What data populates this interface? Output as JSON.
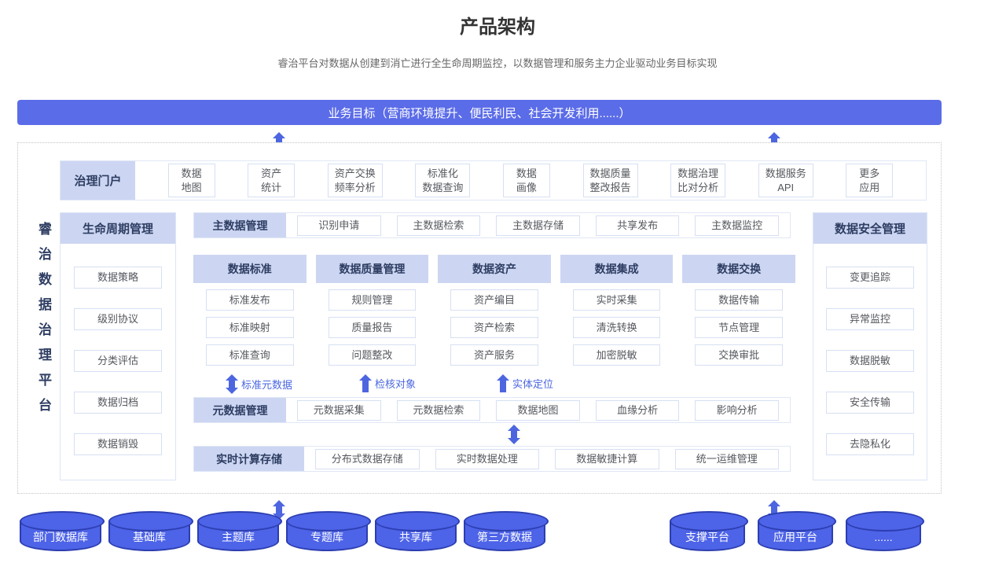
{
  "page": {
    "title": "产品架构",
    "subtitle": "睿治平台对数据从创建到消亡进行全生命周期监控，以数据管理和服务主力企业驱动业务目标实现"
  },
  "banner": {
    "label": "业务目标（营商环境提升、便民利民、社会开发利用......）"
  },
  "platform_label": "睿治数据治理平台",
  "portal": {
    "header": "治理门户",
    "items": [
      "数据\n地图",
      "资产\n统计",
      "资产交换\n频率分析",
      "标准化\n数据查询",
      "数据\n画像",
      "数据质量\n整改报告",
      "数据治理\n比对分析",
      "数据服务\nAPI",
      "更多\n应用"
    ]
  },
  "lifecycle": {
    "header": "生命周期管理",
    "items": [
      "数据策略",
      "级别协议",
      "分类评估",
      "数据归档",
      "数据销毁"
    ]
  },
  "master_data": {
    "header": "主数据管理",
    "items": [
      "识别申请",
      "主数据检索",
      "主数据存储",
      "共享发布",
      "主数据监控"
    ]
  },
  "modules": [
    {
      "header": "数据标准",
      "items": [
        "标准发布",
        "标准映射",
        "标准查询"
      ]
    },
    {
      "header": "数据质量管理",
      "items": [
        "规则管理",
        "质量报告",
        "问题整改"
      ]
    },
    {
      "header": "数据资产",
      "items": [
        "资产编目",
        "资产检索",
        "资产服务"
      ]
    },
    {
      "header": "数据集成",
      "items": [
        "实时采集",
        "清洗转换",
        "加密脱敏"
      ]
    },
    {
      "header": "数据交换",
      "items": [
        "数据传输",
        "节点管理",
        "交换审批"
      ]
    }
  ],
  "flow_labels": [
    "标准元数据",
    "检核对象",
    "实体定位"
  ],
  "metadata": {
    "header": "元数据管理",
    "items": [
      "元数据采集",
      "元数据检索",
      "数据地图",
      "血缘分析",
      "影响分析"
    ]
  },
  "realtime": {
    "header": "实时计算存储",
    "items": [
      "分布式数据存储",
      "实时数据处理",
      "数据敏捷计算",
      "统一运维管理"
    ]
  },
  "security": {
    "header": "数据安全管理",
    "items": [
      "变更追踪",
      "异常监控",
      "数据脱敏",
      "安全传输",
      "去隐私化"
    ]
  },
  "databases": [
    "部门数据库",
    "基础库",
    "主题库",
    "专题库",
    "共享库",
    "第三方数据"
  ],
  "platforms": [
    "支撑平台",
    "应用平台",
    "......"
  ],
  "colors": {
    "accent": "#5b6ce8",
    "header_bg": "#ccd6f2",
    "navy_text": "#2e3d62",
    "arrow": "#4d66e0",
    "cylinder_fill": "#4d63e8",
    "cylinder_border": "#2c3eb0"
  }
}
